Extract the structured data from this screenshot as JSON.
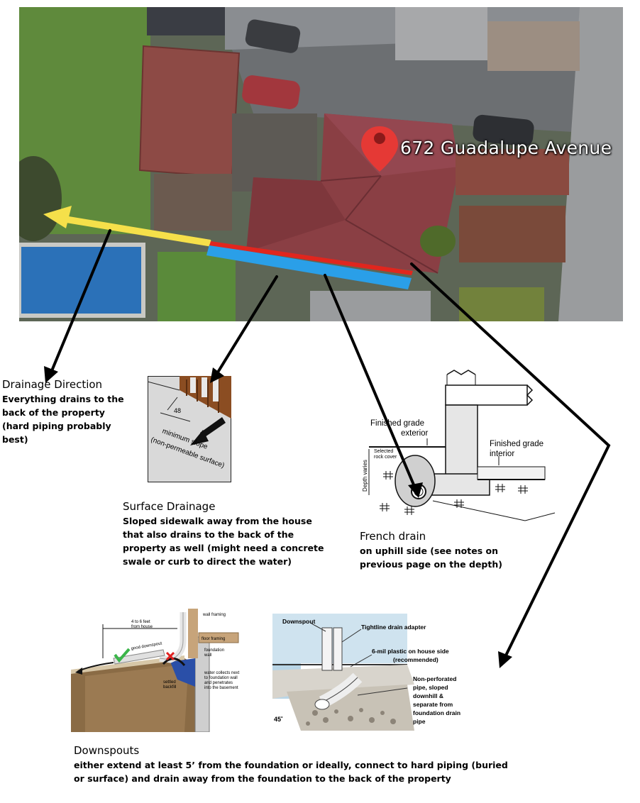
{
  "map": {
    "address_label": "672 Guadalupe Avenue"
  },
  "captions": {
    "drainage_direction": {
      "title": "Drainage Direction",
      "body": "Everything drains to the back of the property (hard piping probably best)"
    },
    "surface_drainage": {
      "title": "Surface Drainage",
      "body": "Sloped sidewalk away from the house that also drains to the back of the property as well (might need a concrete swale or curb to direct the water)"
    },
    "french_drain": {
      "title": "French drain",
      "body": "on uphill side (see notes on previous page on the depth)"
    },
    "downspouts": {
      "title": "Downspouts",
      "body": "either extend at least 5’ from the foundation or ideally, connect to hard piping (buried or surface) and drain away from the foundation to the back of the property"
    }
  },
  "surface_illustration": {
    "dimension": "48",
    "slope_line1": "minimum slope",
    "slope_line2": "(non-permeable surface)"
  },
  "french_illustration": {
    "finished_grade_exterior_1": "Finished grade",
    "finished_grade_exterior_2": "exterior",
    "finished_grade_interior_1": "Finished grade",
    "finished_grade_interior_2": "interior",
    "selected_rock_1": "Selected",
    "selected_rock_2": "rock cover",
    "depth_varies": "Depth varies"
  },
  "downspout_illustration_left": {
    "wall_framing": "wall framing",
    "distance_1": "4 to 6 feet",
    "distance_2": "from house",
    "floor_framing": "floor framing",
    "good_downspout": "good downspout",
    "foundation_1": "foundation",
    "foundation_2": "wall",
    "water_1": "water collects next",
    "water_2": "to foundation wall",
    "water_3": "and penetrates",
    "water_4": "into the basement",
    "settled_1": "settled",
    "settled_2": "backfill"
  },
  "downspout_illustration_right": {
    "downspout": "Downspout",
    "tightline": "Tightline drain adapter",
    "plastic_1": "6-mil plastic on house side",
    "plastic_2": "(recommended)",
    "nonperf_1": "Non-perforated",
    "nonperf_2": "pipe, sloped",
    "nonperf_3": "downhill &",
    "nonperf_4": "separate from",
    "nonperf_5": "foundation drain",
    "nonperf_6": "pipe",
    "angle": "45˚"
  },
  "colors": {
    "yellow_arrow": "#f5e04a",
    "blue_band": "#2a9fe8",
    "red_band": "#e0261e",
    "pin": "#e53935",
    "roof": "#8a3f44"
  }
}
